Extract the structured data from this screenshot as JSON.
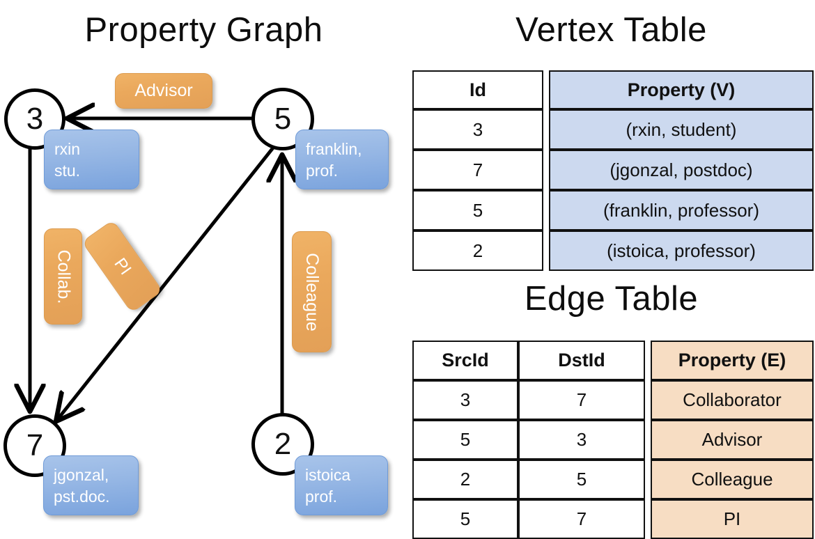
{
  "titles": {
    "property_graph": "Property Graph",
    "vertex_table": "Vertex Table",
    "edge_table": "Edge Table"
  },
  "graph": {
    "nodes": [
      {
        "id": "3",
        "property_lines": [
          "rxin",
          "stu."
        ]
      },
      {
        "id": "5",
        "property_lines": [
          "franklin,",
          "prof."
        ]
      },
      {
        "id": "7",
        "property_lines": [
          "jgonzal,",
          "pst.doc."
        ]
      },
      {
        "id": "2",
        "property_lines": [
          "istoica",
          "prof."
        ]
      }
    ],
    "edge_labels": [
      {
        "label": "Advisor",
        "from": "5",
        "to": "3"
      },
      {
        "label": "Collab.",
        "from": "3",
        "to": "7"
      },
      {
        "label": "PI",
        "from": "5",
        "to": "7"
      },
      {
        "label": "Colleague",
        "from": "2",
        "to": "5"
      }
    ]
  },
  "vertex_table": {
    "headers": [
      "Id",
      "Property (V)"
    ],
    "rows": [
      [
        "3",
        "(rxin, student)"
      ],
      [
        "7",
        "(jgonzal, postdoc)"
      ],
      [
        "5",
        "(franklin, professor)"
      ],
      [
        "2",
        "(istoica, professor)"
      ]
    ]
  },
  "edge_table": {
    "headers": [
      "SrcId",
      "DstId",
      "Property (E)"
    ],
    "rows": [
      [
        "3",
        "7",
        "Collaborator"
      ],
      [
        "5",
        "3",
        "Advisor"
      ],
      [
        "2",
        "5",
        "Colleague"
      ],
      [
        "5",
        "7",
        "PI"
      ]
    ]
  },
  "colors": {
    "vertex_box": "#8fb2e3",
    "edge_box": "#eaa85c",
    "vertex_table_fill": "#ccd9ef",
    "edge_table_fill": "#f7ddc3",
    "stroke": "#000000"
  }
}
